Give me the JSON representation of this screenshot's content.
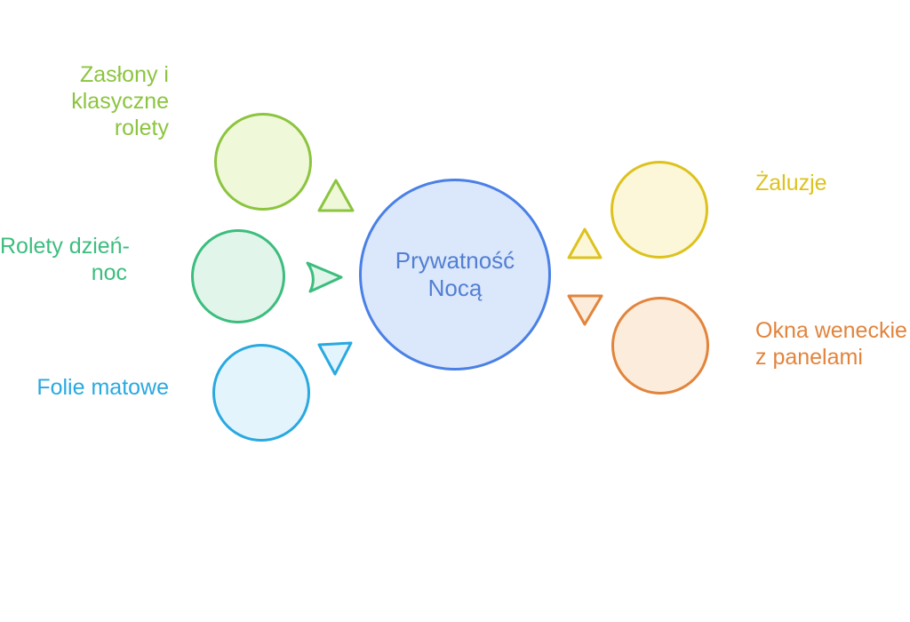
{
  "diagram": {
    "background_color": "#ffffff",
    "center": {
      "id": "prywatnosc-noca",
      "label_lines": [
        "Prywatność",
        "Nocą"
      ],
      "label": "Prywatność Nocą",
      "border_color": "#4a80e6",
      "fill_color": "#dbe7fa",
      "text_color": "#527fd3"
    },
    "nodes": [
      {
        "id": "zaslony-klasyczne-rolety",
        "label": "Zasłony i klasyczne rolety",
        "label_lines": [
          "Zasłony i",
          "klasyczne",
          "rolety"
        ],
        "color": "#8cc43f",
        "fill_color": "#eff8d9",
        "connector_icon": "triangle-up-icon",
        "position": "top-left"
      },
      {
        "id": "rolety-dzien-noc",
        "label": "Rolety dzień-noc",
        "label_lines": [
          "Rolety dzień-",
          "noc"
        ],
        "color": "#3cbd7e",
        "fill_color": "#e1f5ea",
        "connector_icon": "arrow-right-icon",
        "position": "middle-left"
      },
      {
        "id": "folie-matowe",
        "label": "Folie matowe",
        "label_lines": [
          "Folie matowe"
        ],
        "color": "#29a9e0",
        "fill_color": "#e3f4fc",
        "connector_icon": "triangle-down-icon",
        "position": "bottom-left"
      },
      {
        "id": "zaluzje",
        "label": "Żaluzje",
        "label_lines": [
          "Żaluzje"
        ],
        "color": "#ddc21e",
        "fill_color": "#fbf7d8",
        "connector_icon": "triangle-up-icon",
        "position": "top-right"
      },
      {
        "id": "okna-weneckie-z-panelami",
        "label": "Okna weneckie z panelami",
        "label_lines": [
          "Okna weneckie",
          "z panelami"
        ],
        "color": "#e2843c",
        "fill_color": "#fbecdb",
        "connector_icon": "triangle-down-icon",
        "position": "bottom-right"
      }
    ]
  }
}
